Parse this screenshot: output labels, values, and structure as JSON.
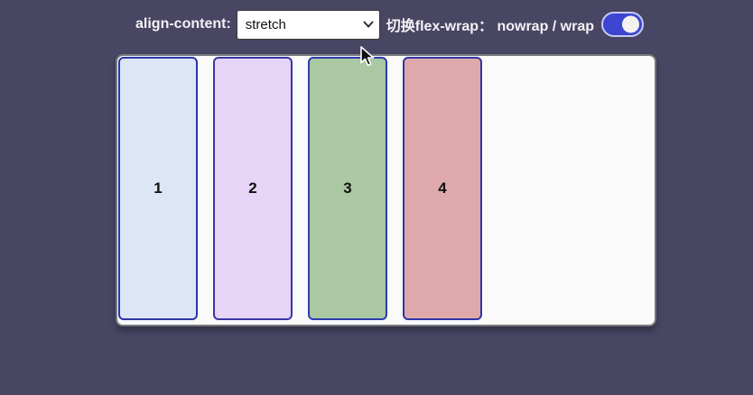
{
  "header": {
    "align_content_label": "align-content:",
    "select": {
      "value": "stretch"
    },
    "flex_wrap_label": "切换flex-wrap： nowrap / wrap",
    "toggle": {
      "state": "on",
      "fill_color": "#3d45d0",
      "knob_color": "#f4f2ee"
    }
  },
  "flex_demo": {
    "items": [
      {
        "label": "1",
        "fill": "#dce6f6",
        "border": "#2e35a9"
      },
      {
        "label": "2",
        "fill": "#e6d5f7",
        "border": "#3d35a6"
      },
      {
        "label": "3",
        "fill": "#aac8a2",
        "border": "#2d3db0"
      },
      {
        "label": "4",
        "fill": "#dfa9ac",
        "border": "#2e35a9"
      }
    ]
  },
  "colors": {
    "page_background": "#484663",
    "container_background": "#fafafa",
    "container_border": "#75797b",
    "label_text": "#f2f2f5"
  }
}
